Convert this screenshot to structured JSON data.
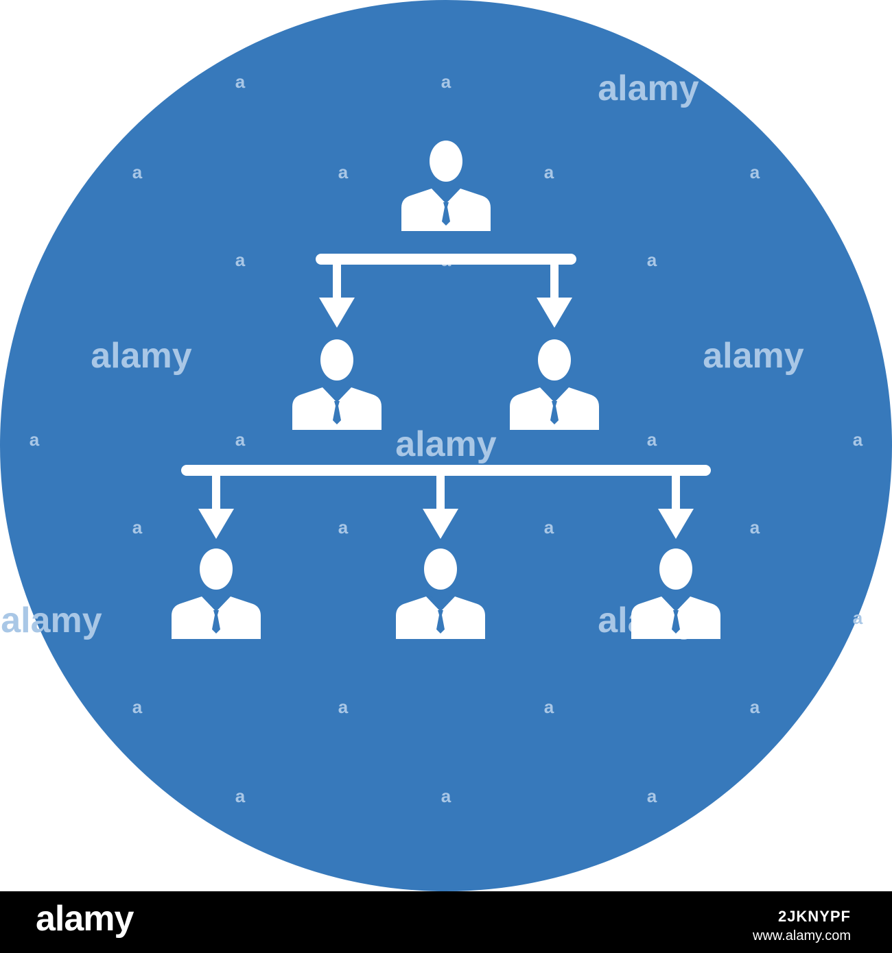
{
  "colors": {
    "background": "#ffffff",
    "circle": "#3779bb",
    "glyphs": "#ffffff",
    "watermark": "#a9c7e6",
    "footer": "#000000"
  },
  "diagram": {
    "icon": "org-chart-hierarchy",
    "levels": [
      {
        "people": 1
      },
      {
        "people": 2
      },
      {
        "people": 3
      }
    ],
    "connectors": "arrows-down"
  },
  "watermark": {
    "text": "alamy",
    "mark": "a"
  },
  "footer": {
    "logo": "alamy",
    "image_id": "2JKNYPF",
    "url": "www.alamy.com"
  }
}
